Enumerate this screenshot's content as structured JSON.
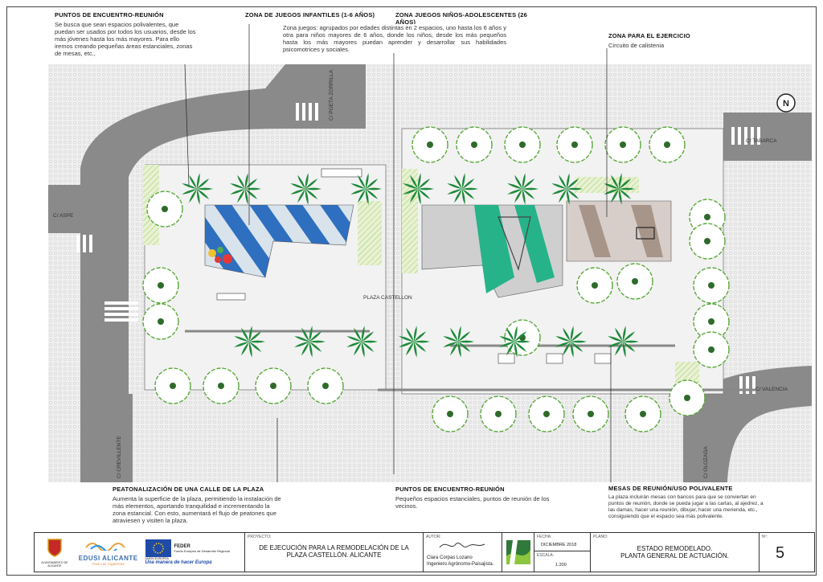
{
  "notes": {
    "top_left": {
      "title": "PUNTOS DE ENCUENTRO-REUNIÓN",
      "body": "Se busca que sean espacios polivalentes, que puedan ser usados por todos los usuarios, desde los más jóvenes hasta los más mayores. Para ello iremos creando pequeñas áreas estanciales, zonas de mesas, etc.,"
    },
    "top_infantiles": {
      "title": "ZONA DE JUEGOS INFANTILES (1-6 AÑOS)",
      "body": "Zona juegos: agrupados por edades distintas en 2 espacios, uno hasta los 6 años y otra para niños mayores de 6 años, donde los niños, desde los más pequeños hasta los más mayores puedan aprender y desarrollar sus habilidades psicomotrices y sociales."
    },
    "top_adolescentes": {
      "title": "ZONA JUEGOS NIÑOS-ADOLESCENTES (26 AÑOS)"
    },
    "top_ejercicio": {
      "title": "ZONA PARA EL EJERCICIO",
      "body": "Circuito de calistenia"
    },
    "bottom_peatonal": {
      "title": "PEATONALIZACIÓN DE UNA CALLE DE LA PLAZA",
      "body": "Aumenta la superficie de la plaza, permitiendo la instalación de más elementos, aportando tranquilidad e incrementando la zona estancial. Con esto, aumentará el flujo de peatones que atraviesen y visiten la plaza."
    },
    "bottom_encuentro": {
      "title": "PUNTOS DE ENCUENTRO-REUNIÓN",
      "body": "Pequeños espacios estanciales, puntos de reunión de los vecinos."
    },
    "bottom_mesas": {
      "title": "MESAS DE REUNIÓN/USO POLIVALENTE",
      "body": "La plaza incluirán mesas con bancos para que se conviertan en puntos de reunión, donde se pueda jugar a las cartas, al ajedrez, a las damas, hacer una reunión, dibujar, hacer una merienda, etc., consiguiendo que el espacio sea más polivalente."
    }
  },
  "streets": {
    "aspe": "C/ ASPE",
    "tabarca": "C/ TABARCA",
    "poeta_zorrilla": "C/ POETA ZORRILLA",
    "valencia": "C/ VALENCIA",
    "crevillente": "C/ CREVILLENTE",
    "olozaga": "C/ OLOZAGA",
    "plaza": "PLAZA CASTELLON"
  },
  "compass": "N",
  "cartouche": {
    "logo_city_caption": "AYUNTAMIENTO DE ALICANTE",
    "edusi": "EDUSI ALICANTE",
    "edusi_sub": "Área Las Cigarreras",
    "eu_caption": "UNIÓN EUROPEA",
    "feder_title": "FEDER",
    "feder_sub": "Fondo Europeo de Desarrollo Regional",
    "feder_motto": "Una manera de hacer Europa",
    "proyecto_label": "PROYECTO:",
    "proyecto_text": "DE EJECUCIÓN PARA LA REMODELACIÓN DE LA PLAZA CASTELLÓN. ALICANTE",
    "autor_label": "AUTOR:",
    "autor_name": "Clara Corpas Lozano",
    "autor_title": "Ingeniero Agrónomo-Paisajista.",
    "fecha_label": "FECHA:",
    "fecha": "DICIEMBRE 2018",
    "escala_label": "ESCALA:",
    "escala": "1:200",
    "plano_label": "PLANO:",
    "plano_text_1": "ESTADO REMODELADO.",
    "plano_text_2": "PLANTA GENERAL DE ACTUACIÓN.",
    "numero_label": "Nº:",
    "numero": "5"
  },
  "colors": {
    "asphalt": "#8c8c8c",
    "paving": "#eeeeee",
    "tree_green": "#5aa83a",
    "palm_green": "#1e8a3a",
    "play_blue": "#2e6fc0",
    "play_teal": "#26b38a",
    "play_gray": "#c8c8c8",
    "exercise_brown": "#a8958a"
  }
}
